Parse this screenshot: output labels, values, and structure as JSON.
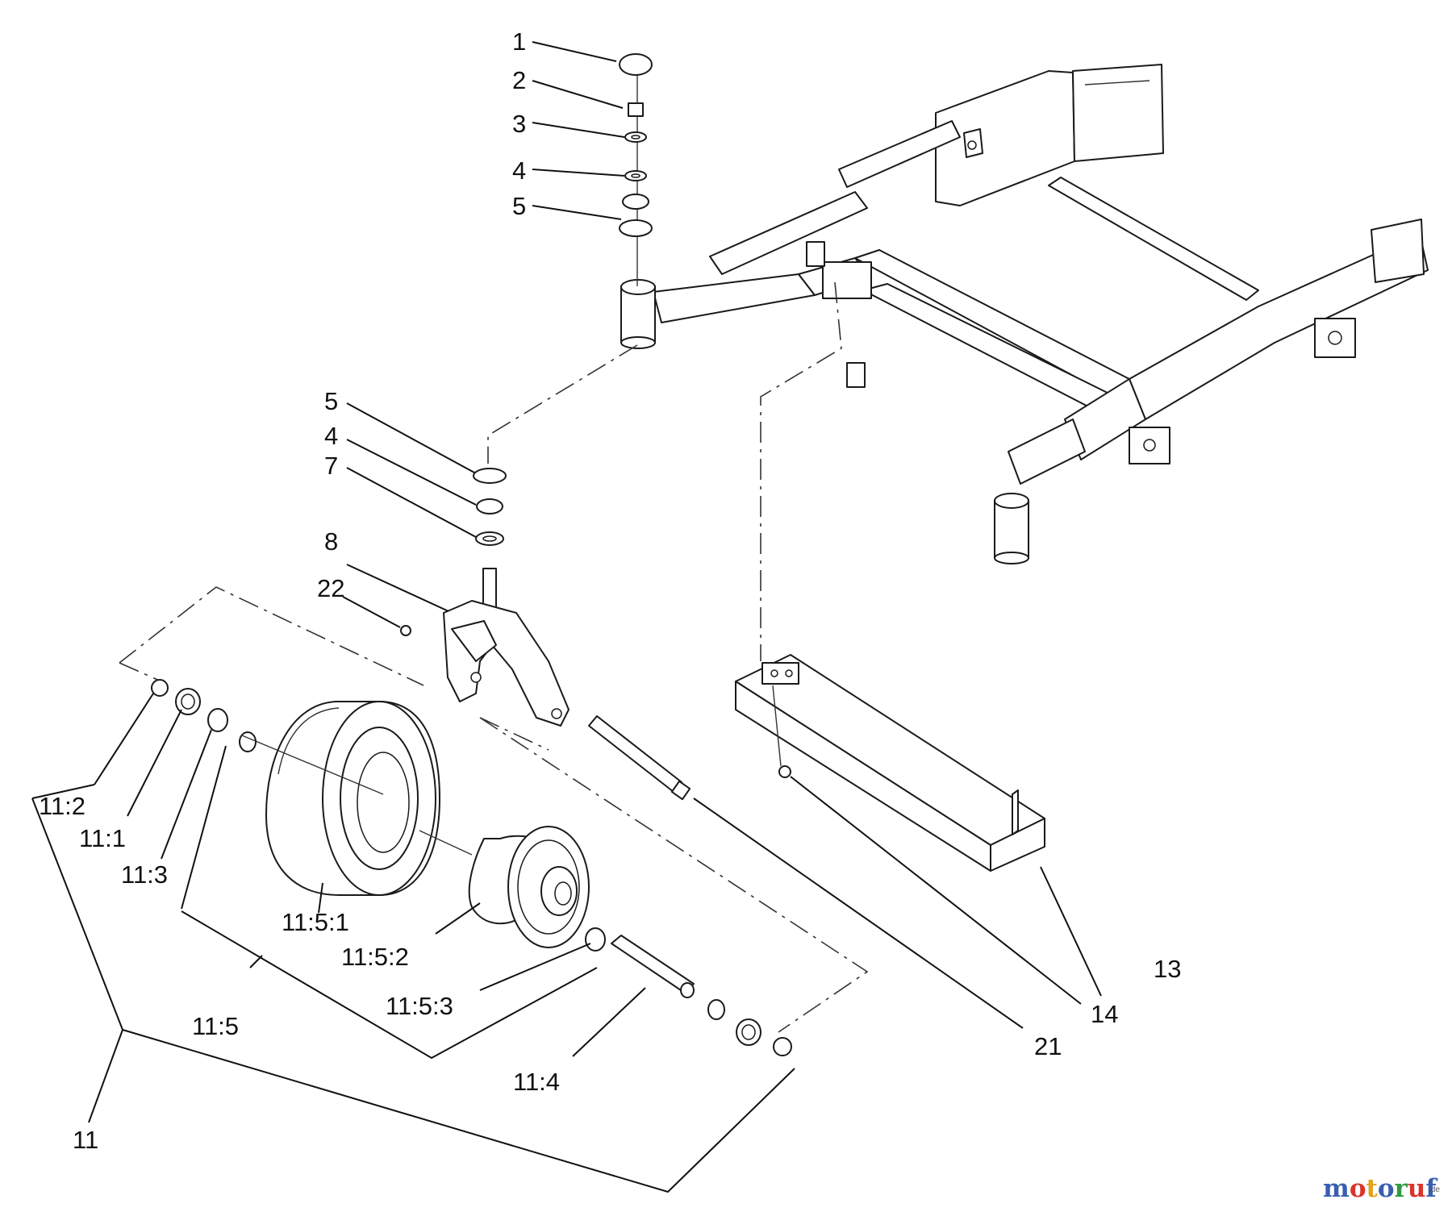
{
  "diagram": {
    "callouts": {
      "c1": "1",
      "c2": "2",
      "c3": "3",
      "c4a": "4",
      "c5a": "5",
      "c5b": "5",
      "c4b": "4",
      "c7": "7",
      "c8": "8",
      "c22": "22",
      "c11_2": "11:2",
      "c11_1": "11:1",
      "c11_3": "11:3",
      "c11_5_1": "11:5:1",
      "c11_5_2": "11:5:2",
      "c11_5_3": "11:5:3",
      "c11_5": "11:5",
      "c11_4": "11:4",
      "c11": "11",
      "c21": "21",
      "c14": "14",
      "c13": "13"
    }
  },
  "watermark": {
    "letters": [
      "m",
      "o",
      "t",
      "o",
      "r",
      "u",
      "f"
    ],
    "colors": [
      "#3a5fb0",
      "#d9342b",
      "#e2a21b",
      "#3a5fb0",
      "#2f9a45",
      "#d9342b",
      "#3a5fb0"
    ],
    "suffix": ".de"
  }
}
